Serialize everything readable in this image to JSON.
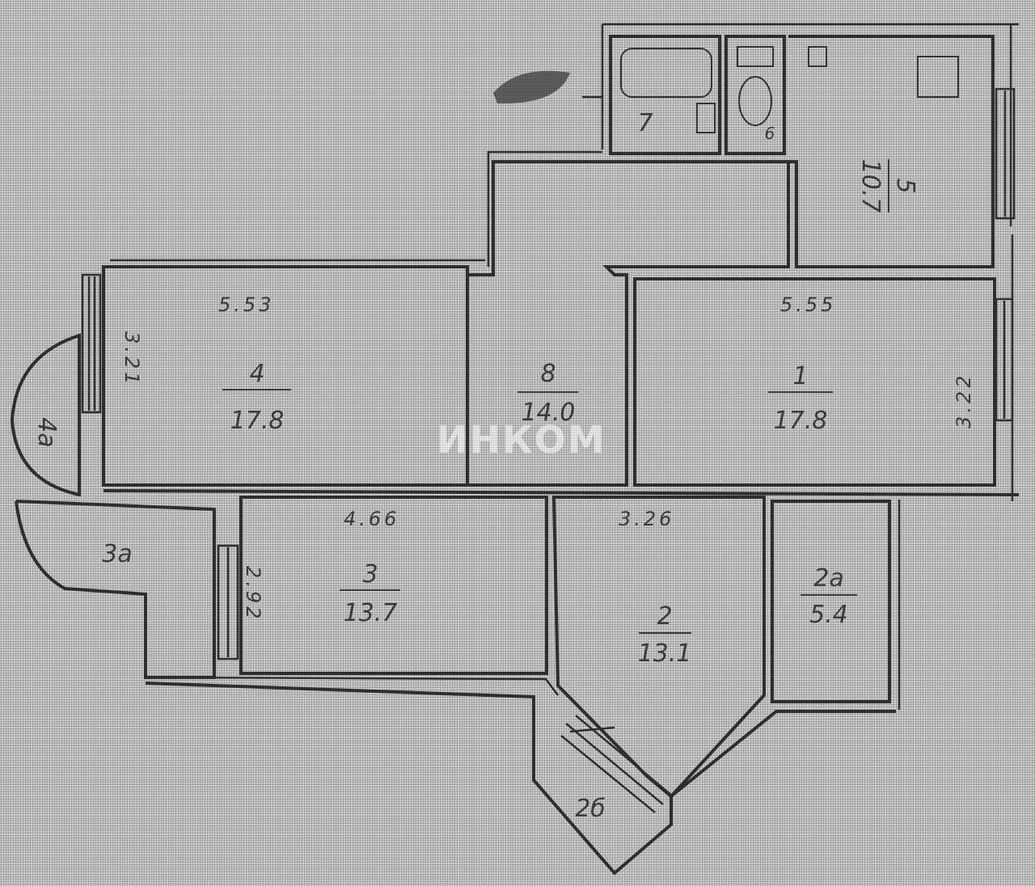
{
  "watermark": "ИНКОМ",
  "rooms": [
    {
      "id": "1",
      "number": "1",
      "area": "17.8"
    },
    {
      "id": "2",
      "number": "2",
      "area": "13.1"
    },
    {
      "id": "2a",
      "number": "2а",
      "area": "5.4"
    },
    {
      "id": "2b",
      "number": "2б",
      "area": ""
    },
    {
      "id": "3",
      "number": "3",
      "area": "13.7"
    },
    {
      "id": "3a",
      "number": "3а",
      "area": ""
    },
    {
      "id": "4",
      "number": "4",
      "area": "17.8"
    },
    {
      "id": "4a",
      "number": "4а",
      "area": ""
    },
    {
      "id": "5",
      "number": "5",
      "area": "10.7"
    },
    {
      "id": "6",
      "number": "6",
      "area": ""
    },
    {
      "id": "7",
      "number": "7",
      "area": ""
    },
    {
      "id": "8",
      "number": "8",
      "area": "14.0"
    }
  ],
  "dimensions": {
    "room4_width": "5.53",
    "room4_depth": "3.21",
    "room1_width": "5.55",
    "room1_depth": "3.22",
    "room3_width": "4.66",
    "room3_depth": "2.92",
    "room2_width": "3.26"
  }
}
